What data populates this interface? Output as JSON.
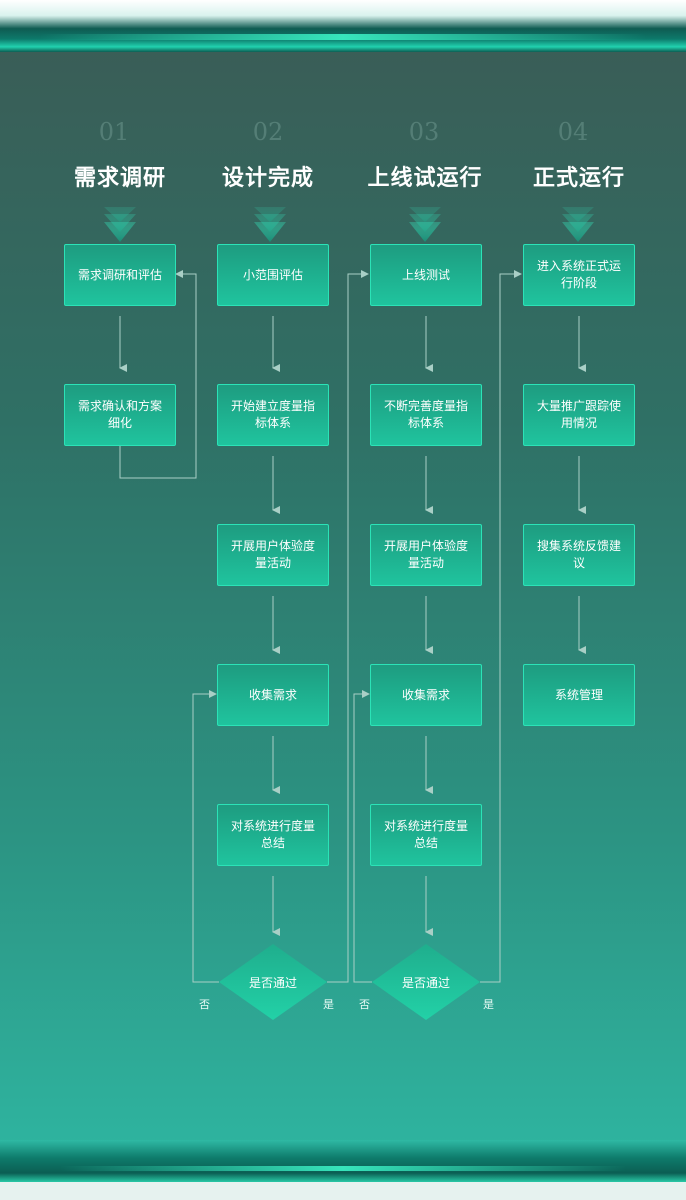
{
  "columns": [
    {
      "num": "01",
      "title": "需求调研"
    },
    {
      "num": "02",
      "title": "设计完成"
    },
    {
      "num": "03",
      "title": "上线试运行"
    },
    {
      "num": "04",
      "title": "正式运行"
    }
  ],
  "nodes": {
    "c1": [
      "需求调研和评估",
      "需求确认和方案细化"
    ],
    "c2": [
      "小范围评估",
      "开始建立度量指标体系",
      "开展用户体验度量活动",
      "收集需求",
      "对系统进行度量总结"
    ],
    "c3": [
      "上线测试",
      "不断完善度量指标体系",
      "开展用户体验度量活动",
      "收集需求",
      "对系统进行度量总结"
    ],
    "c4": [
      "进入系统正式运行阶段",
      "大量推广跟踪使用情况",
      "搜集系统反馈建议",
      "系统管理"
    ]
  },
  "decisions": {
    "c2": {
      "label": "是否通过",
      "no": "否",
      "yes": "是"
    },
    "c3": {
      "label": "是否通过",
      "no": "否",
      "yes": "是"
    }
  },
  "colors": {
    "node_top": "#1e9c80",
    "node_bottom": "#1fc49e",
    "node_border": "#2be3b7",
    "arrow_gradient_top": "#36e0b9",
    "arrow_gradient_bottom": "#1a8a74",
    "connector": "#a9cfc6"
  }
}
